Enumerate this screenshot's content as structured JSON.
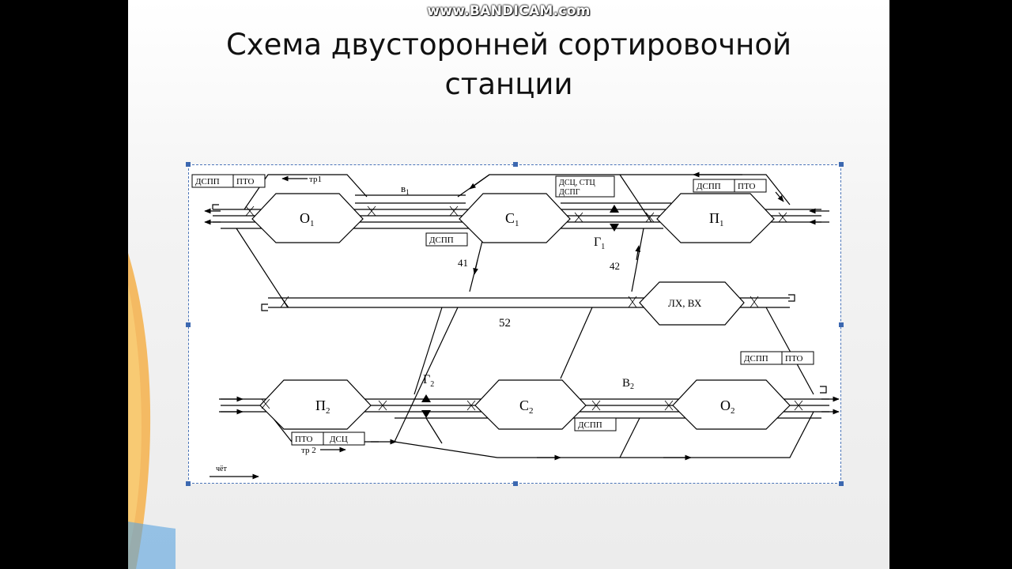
{
  "watermark": "www.BANDICAM.com",
  "title": {
    "line1": "Схема двусторонней сортировочной",
    "line2": "станции"
  },
  "diagram": {
    "parks": {
      "o1": {
        "main": "О",
        "sub": "1"
      },
      "c1": {
        "main": "С",
        "sub": "1"
      },
      "p1": {
        "main": "П",
        "sub": "1"
      },
      "p2": {
        "main": "П",
        "sub": "2"
      },
      "c2": {
        "main": "С",
        "sub": "2"
      },
      "o2": {
        "main": "О",
        "sub": "2"
      },
      "lx": "ЛХ, ВХ"
    },
    "boxes": {
      "dspp_top_left": "ДСПП",
      "pto_top_left": "ПТО",
      "dsc_top": "ДСЦ, СТЦ",
      "dspg_top": "ДСПГ",
      "dspp_top_right": "ДСПП",
      "pto_top_right": "ПТО",
      "dspp_mid_top": "ДСПП",
      "dspp_right": "ДСПП",
      "pto_right": "ПТО",
      "dspp_bottom": "ДСПП",
      "pto_bottom": "ПТО",
      "dsc_bottom": "ДСЦ"
    },
    "labels": {
      "tp1": "тр1",
      "tp2": "тр 2",
      "v1_main": "в",
      "v1_sub": "1",
      "v2_main": "В",
      "v2_sub": "2",
      "g1_main": "Г",
      "g1_sub": "1",
      "g2_main": "Г",
      "g2_sub": "2",
      "n41": "41",
      "n42": "42",
      "n52": "52",
      "chet": "чёт"
    }
  }
}
